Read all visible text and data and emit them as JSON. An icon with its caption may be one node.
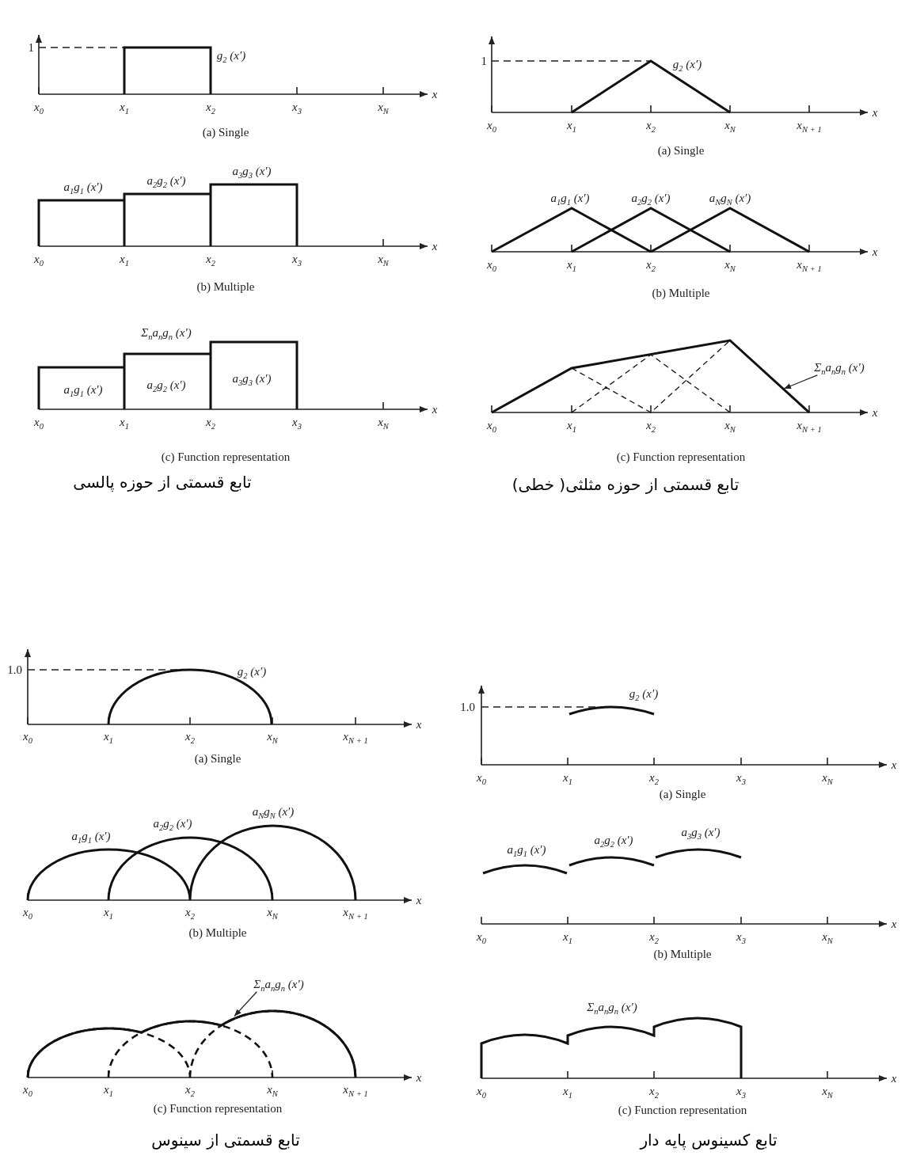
{
  "diagram": {
    "nodes": [
      {
        "text": [
          "Σ$_{n}$a$_{n}$g$_{n}$ (x′)"
        ]
      },
      {
        "text": [],
        "shape": "curve"
      },
      {
        "text": [
          "Σ$_{n}$a$_{n}$g$_{n}$ (x′)"
        ]
      },
      {
        "text": [],
        "shape": "curve"
      }
    ],
    "edges": [
      {
        "from": 0,
        "to": 1,
        "arrow": "to"
      },
      {
        "from": 2,
        "to": 3,
        "arrow": "to"
      }
    ],
    "labels": [
      "1",
      "g$_{2}$ (x′)",
      "x$_{0}$",
      "x$_{1}$",
      "x$_{2}$",
      "x$_{3}$",
      "x$_{N}$",
      "x",
      "(a) Single",
      "a$_{1}$g$_{1}$ (x′)",
      "a$_{2}$g$_{2}$ (x′)",
      "a$_{3}$g$_{3}$ (x′)",
      "x$_{0}$",
      "x$_{1}$",
      "x$_{2}$",
      "x$_{3}$",
      "x$_{N}$",
      "x",
      "(b) Multiple",
      "Σ$_{n}$a$_{n}$g$_{n}$ (x′)",
      "a$_{1}$g$_{1}$ (x′)",
      "a$_{2}$g$_{2}$ (x′)",
      "a$_{3}$g$_{3}$ (x′)",
      "x$_{0}$",
      "x$_{1}$",
      "x$_{2}$",
      "x$_{3}$",
      "x$_{N}$",
      "x",
      "(c) Function representation",
      "تابع قسمتی از حوزه پالسی",
      "1",
      "g$_{2}$ (x′)",
      "x$_{0}$",
      "x$_{1}$",
      "x$_{2}$",
      "x$_{N}$",
      "x$_{N + 1}$",
      "x",
      "(a) Single",
      "a$_{1}$g$_{1}$ (x′)",
      "a$_{2}$g$_{2}$ (x′)",
      "a$_{N}$g$_{N}$ (x′)",
      "x$_{0}$",
      "x$_{1}$",
      "x$_{2}$",
      "x$_{N}$",
      "x$_{N + 1}$",
      "x",
      "(b) Multiple",
      "x$_{0}$",
      "x$_{1}$",
      "x$_{2}$",
      "x$_{N}$",
      "x$_{N + 1}$",
      "x",
      "(c) Function representation",
      "تابع قسمتی از حوزه مثلثی( خطی)",
      "1.0",
      "g$_{2}$ (x′)",
      "x$_{0}$",
      "x$_{1}$",
      "x$_{2}$",
      "x$_{N}$",
      "x$_{N + 1}$",
      "x",
      "(a) Single",
      "a$_{1}$g$_{1}$ (x′)",
      "a$_{2}$g$_{2}$ (x′)",
      "a$_{N}$g$_{N}$ (x′)",
      "x$_{0}$",
      "x$_{1}$",
      "x$_{2}$",
      "x$_{N}$",
      "x$_{N + 1}$",
      "x",
      "(b) Multiple",
      "x$_{0}$",
      "x$_{1}$",
      "x$_{2}$",
      "x$_{N}$",
      "x$_{N + 1}$",
      "x",
      "(c) Function representation",
      "تابع قسمتی از سینوس",
      "1.0",
      "g$_{2}$ (x′)",
      "x$_{0}$",
      "x$_{1}$",
      "x$_{2}$",
      "x$_{3}$",
      "x$_{N}$",
      "x",
      "(a) Single",
      "a$_{1}$g$_{1}$ (x′)",
      "a$_{2}$g$_{2}$ (x′)",
      "a$_{3}$g$_{3}$ (x′)",
      "x$_{0}$",
      "x$_{1}$",
      "x$_{2}$",
      "x$_{3}$",
      "x$_{N}$",
      "x",
      "(b) Multiple",
      "Σ$_{n}$a$_{n}$g$_{n}$ (x′)",
      "x$_{0}$",
      "x$_{1}$",
      "x$_{2}$",
      "x$_{3}$",
      "x$_{N}$",
      "x",
      "(c) Function representation",
      "تابع کسینوس پایه دار"
    ]
  }
}
